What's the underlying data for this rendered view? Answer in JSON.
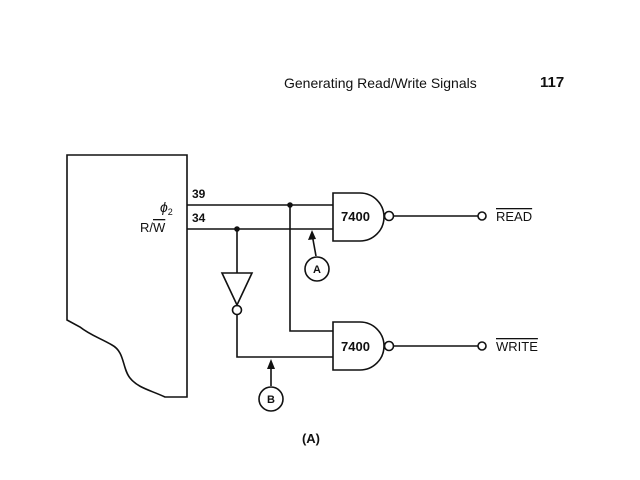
{
  "header": {
    "title": "Generating Read/Write Signals",
    "page_number": "117"
  },
  "chip": {
    "phi_label": "ϕ",
    "phi_sub": "2",
    "rw_label_r": "R/",
    "rw_label_w": "W",
    "pin_phi2": "39",
    "pin_rw": "34"
  },
  "gates": {
    "top_label": "7400",
    "bottom_label": "7400"
  },
  "outputs": {
    "read": "READ",
    "write": "WRITE"
  },
  "markers": {
    "a": "A",
    "b": "B"
  },
  "caption": "(A)"
}
